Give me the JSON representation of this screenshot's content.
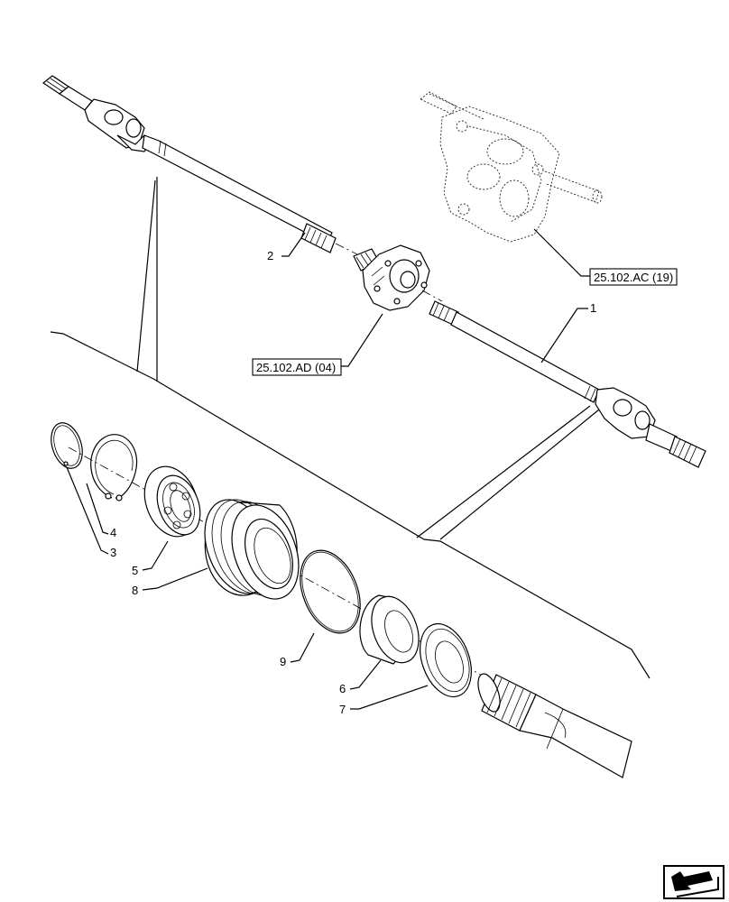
{
  "callouts": {
    "c1": "1",
    "c2": "2",
    "c3": "3",
    "c4": "4",
    "c5": "5",
    "c6": "6",
    "c7": "7",
    "c8": "8",
    "c9": "9"
  },
  "references": {
    "ref_housing": "25.102.AC (19)",
    "ref_differential": "25.102.AD (04)"
  },
  "icons": {
    "nav": "arrow-back-icon"
  }
}
